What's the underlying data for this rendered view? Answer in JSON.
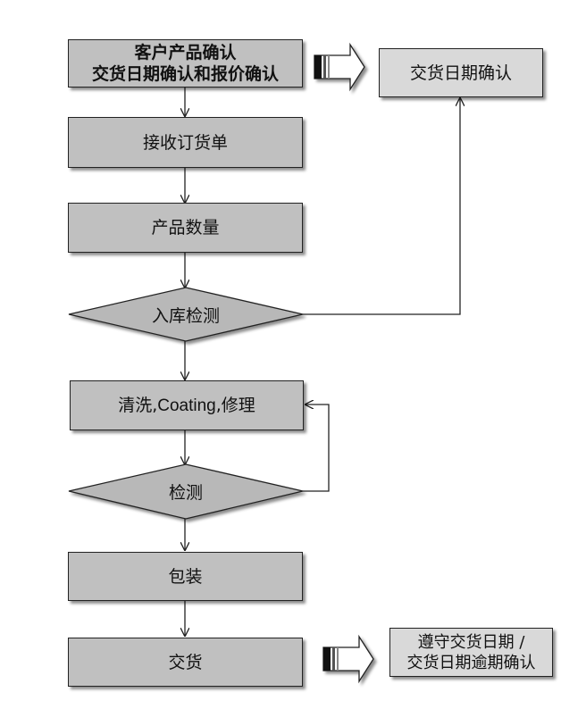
{
  "nodes": {
    "confirm_line1": "客户产品确认",
    "confirm_line2": "交货日期确认和报价确认",
    "delivery_date_confirm": "交货日期确认",
    "receive_order": "接收订货单",
    "product_qty": "产品数量",
    "incoming_inspection": "入库检测",
    "clean_prefix": "清洗,",
    "clean_coating": "Coating",
    "clean_suffix": ",修理",
    "inspection": "检测",
    "packing": "包装",
    "delivery": "交货",
    "comply_line1": "遵守交货日期 /",
    "comply_line2": "交货日期逾期确认"
  },
  "colors": {
    "process_fill": "#c0c0c0",
    "note_fill": "#d9d9d9",
    "stroke": "#222222"
  }
}
